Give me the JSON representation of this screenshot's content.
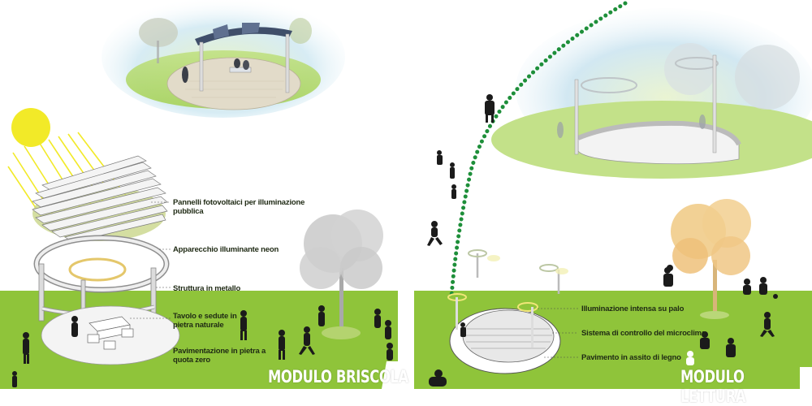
{
  "left_module": {
    "title": "MODULO BRISCOLA",
    "labels": [
      "Pannelli fotovoltaici per illuminazione pubblica",
      "Apparecchio illuminante neon",
      "Struttura in metallo",
      "Tavolo e sedute in pietra naturale",
      "Pavimentazione in pietra a quota zero"
    ]
  },
  "right_module": {
    "title": "MODULO LETTURA",
    "labels": [
      "Illuminazione intensa su palo",
      "Sistema di controllo del microclima",
      "Pavimento in assito di legno"
    ]
  },
  "colors": {
    "grass": "#8fc43a",
    "sun": "#f2ea28",
    "dotted_path": "#1e8f3a",
    "tree_left": "#c9c9c9",
    "tree_right": "#f0c983"
  }
}
